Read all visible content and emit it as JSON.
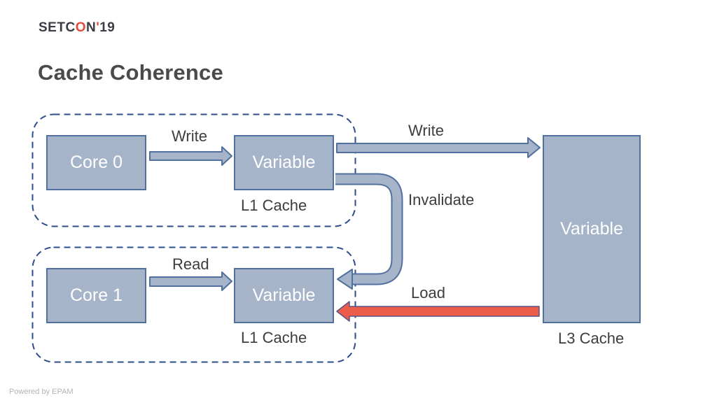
{
  "logo": {
    "part1": "SETC",
    "o": "O",
    "part2": "N",
    "tick": "'",
    "year": "19"
  },
  "title": "Cache Coherence",
  "footer": "Powered by EPAM",
  "diagram": {
    "core0_group": {
      "core_label": "Core 0",
      "variable_label": "Variable",
      "cache_label": "L1 Cache",
      "arrow_label": "Write"
    },
    "core1_group": {
      "core_label": "Core 1",
      "variable_label": "Variable",
      "cache_label": "L1 Cache",
      "arrow_label": "Read"
    },
    "l3_group": {
      "variable_label": "Variable",
      "cache_label": "L3 Cache"
    },
    "bus_arrows": {
      "write_label": "Write",
      "invalidate_label": "Invalidate",
      "load_label": "Load"
    }
  },
  "colors": {
    "accent_red": "#ed5c4b",
    "box_fill": "#a6b4ca",
    "box_border": "#51709e",
    "dashed_border": "#2e4c8c",
    "logo_red": "#e2493b",
    "text": "#3d3d3d"
  }
}
